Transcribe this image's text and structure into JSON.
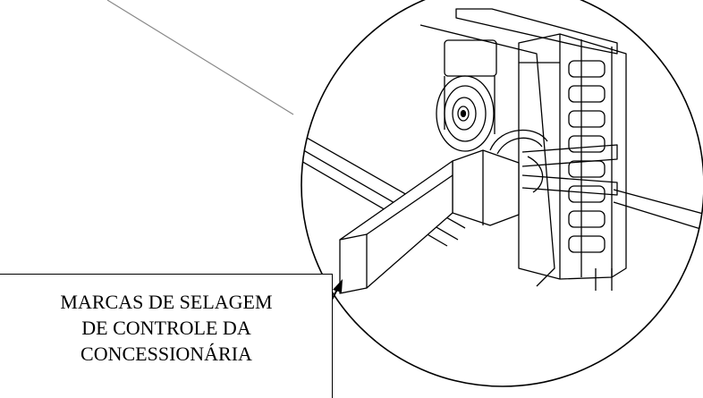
{
  "callout": {
    "lines": [
      "MARCAS DE SELAGEM",
      "DE CONTROLE DA",
      "CONCESSIONÁRIA"
    ]
  },
  "colors": {
    "line": "#000000",
    "leader": "#888888",
    "background": "#ffffff"
  }
}
